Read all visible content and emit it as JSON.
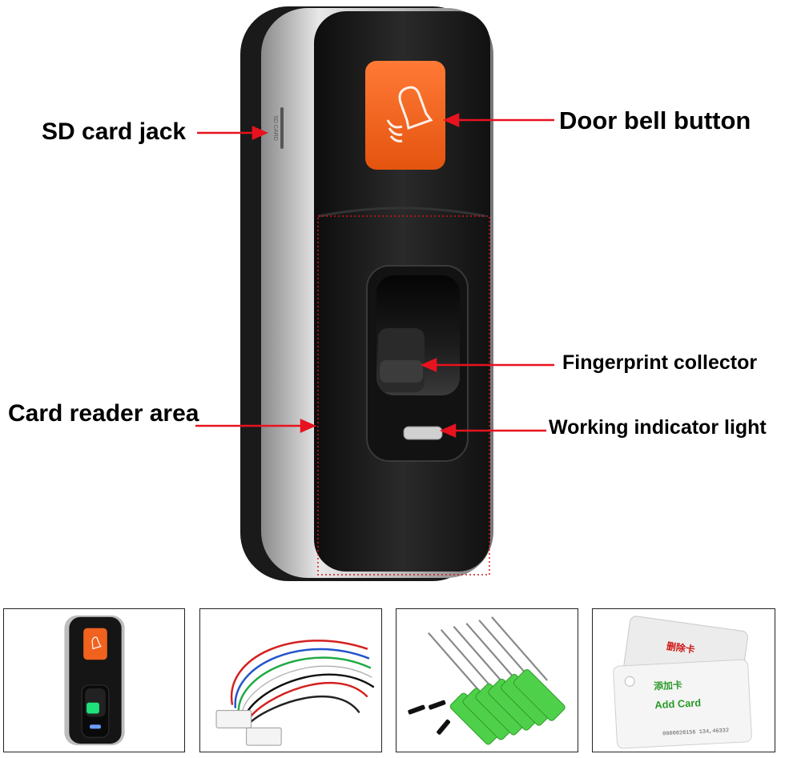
{
  "callouts": {
    "sd_card_jack": "SD card jack",
    "door_bell_button": "Door bell button",
    "fingerprint_collector": "Fingerprint collector",
    "card_reader_area": "Card reader area",
    "working_indicator_light": "Working indicator light"
  },
  "device": {
    "body_color": "#1a1a1a",
    "silver_frame_color": "#c8c8c8",
    "bell_button_color": "#f0621e",
    "arrow_color": "#e8121e",
    "sd_slot_text": "SD CARD"
  },
  "accessories": {
    "card_front_text_cn": "添加卡",
    "card_front_label": "Add Card",
    "card_back_text_cn": "删除卡",
    "card_number": "0000828156 134,46332"
  }
}
